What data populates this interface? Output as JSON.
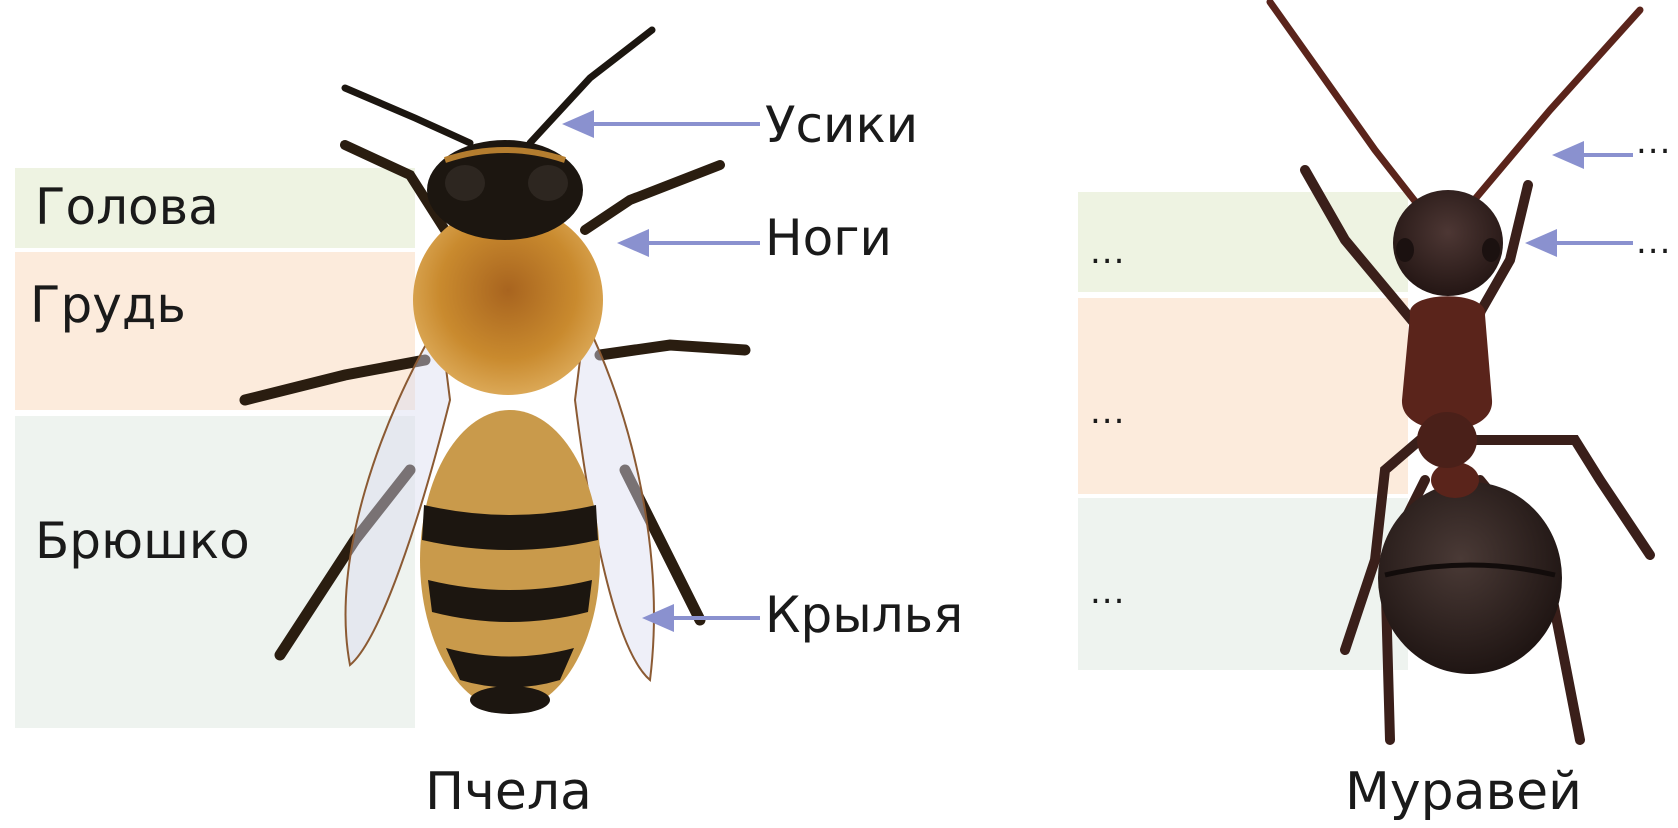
{
  "bee": {
    "name": "Пчела",
    "sections": {
      "head": "Голова",
      "thorax": "Грудь",
      "abdomen": "Брюшко"
    },
    "callouts": {
      "antennae": "Усики",
      "legs": "Ноги",
      "wings": "Крылья"
    }
  },
  "ant": {
    "name": "Муравей",
    "sections": {
      "head": "...",
      "thorax": "...",
      "abdomen": "..."
    },
    "callouts": {
      "antennae": "...",
      "legs": "..."
    }
  },
  "colors": {
    "head_band": "#eef3e2",
    "thorax_band": "#fcebdc",
    "abdomen_band": "#eef3ef",
    "arrow": "#8a91cf",
    "bee_body": "#c98a2e",
    "bee_dark": "#1c1610",
    "ant_body": "#3a1f1a",
    "ant_red": "#5a241b"
  },
  "icons": [
    "bee-illustration",
    "ant-illustration",
    "arrow-left-icon"
  ]
}
